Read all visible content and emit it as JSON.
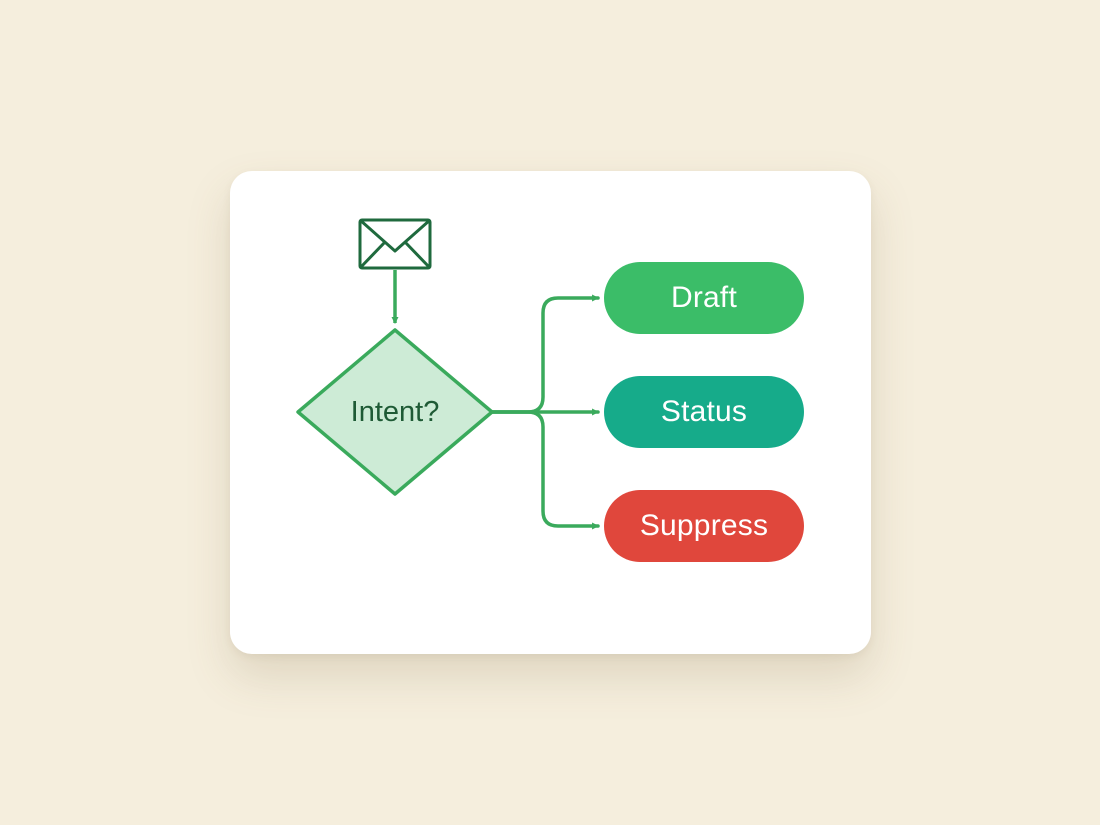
{
  "diagram": {
    "decision": {
      "label": "Intent?"
    },
    "outcomes": [
      {
        "label": "Draft",
        "color": "#3bbd68"
      },
      {
        "label": "Status",
        "color": "#16ab8a"
      },
      {
        "label": "Suppress",
        "color": "#e0473c"
      }
    ],
    "colors": {
      "background": "#f5eedd",
      "card": "#ffffff",
      "connector": "#3aaa5c",
      "decision_fill": "#cdebd6",
      "decision_stroke": "#3aaa5c",
      "icon_stroke": "#1f6a3e",
      "label_text": "#1e5a35"
    },
    "icons": [
      "envelope-icon"
    ]
  }
}
